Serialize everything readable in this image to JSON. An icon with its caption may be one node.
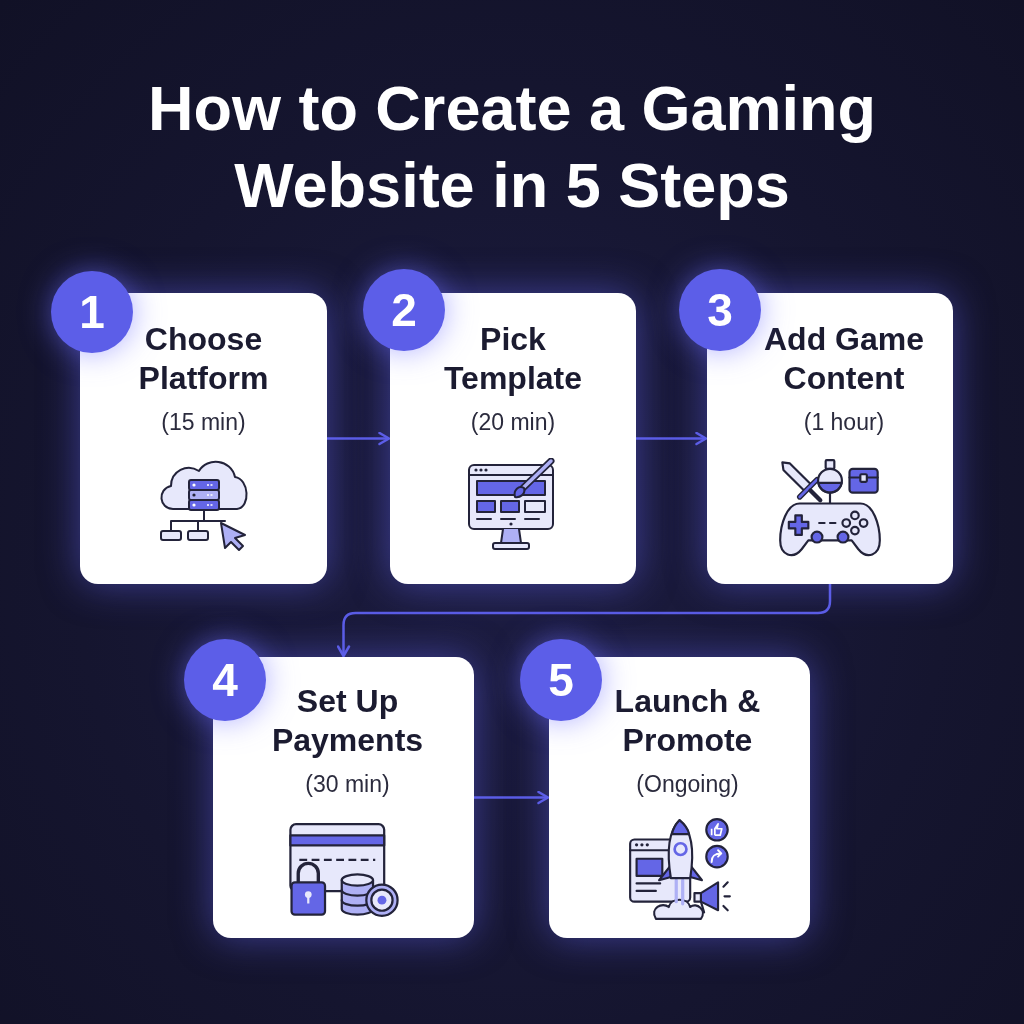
{
  "diagram": {
    "title": "How to Create a Gaming Website in 5 Steps",
    "nodes": [
      {
        "text": [
          "1"
        ]
      },
      {
        "text": [
          "Choose Platform",
          "(15 min)"
        ]
      },
      {
        "text": [
          "2"
        ]
      },
      {
        "text": [
          "Pick Template",
          "(20 min)"
        ]
      },
      {
        "text": [
          "3"
        ]
      },
      {
        "text": [
          "Add Game Content",
          "(1 hour)"
        ]
      },
      {
        "text": [
          "4"
        ]
      },
      {
        "text": [
          "Set Up Payments",
          "(30 min)"
        ]
      },
      {
        "text": [
          "5"
        ]
      },
      {
        "text": [
          "Launch & Promote",
          "(Ongoing)"
        ]
      }
    ],
    "edges": [
      {
        "from": 1,
        "to": 3,
        "arrow": "to"
      },
      {
        "from": 3,
        "to": 5,
        "arrow": "to"
      },
      {
        "from": 5,
        "to": 7,
        "arrow": "to"
      },
      {
        "from": 7,
        "to": 9,
        "arrow": "to"
      }
    ]
  }
}
